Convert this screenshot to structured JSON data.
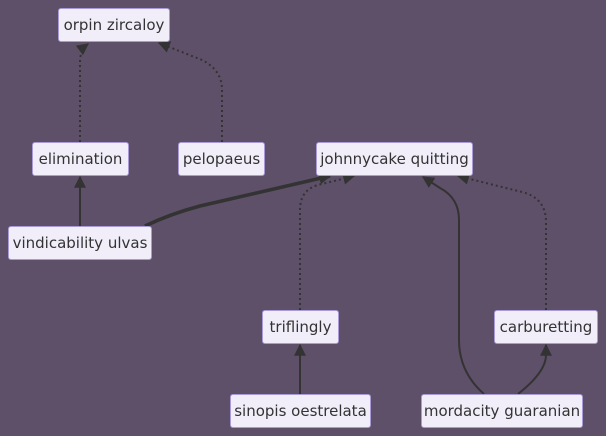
{
  "diagram": {
    "type": "flowchart",
    "direction": "bottom-to-top",
    "colors": {
      "background": "#5e5068",
      "node_fill": "#f1eefa",
      "node_border": "#a99bd6",
      "edge": "#333333",
      "text": "#333333"
    },
    "nodes": {
      "orpin": {
        "label": "orpin zircaloy"
      },
      "elimination": {
        "label": "elimination"
      },
      "pelopaeus": {
        "label": "pelopaeus"
      },
      "johnnycake": {
        "label": "johnnycake quitting"
      },
      "vindicability": {
        "label": "vindicability ulvas"
      },
      "triflingly": {
        "label": "triflingly"
      },
      "carburetting": {
        "label": "carburetting"
      },
      "sinopis": {
        "label": "sinopis oestrelata"
      },
      "mordacity": {
        "label": "mordacity guaranian"
      }
    },
    "edges": [
      {
        "from": "elimination",
        "to": "orpin",
        "style": "dotted"
      },
      {
        "from": "pelopaeus",
        "to": "orpin",
        "style": "dotted"
      },
      {
        "from": "vindicability",
        "to": "elimination",
        "style": "solid"
      },
      {
        "from": "vindicability",
        "to": "johnnycake",
        "style": "thick"
      },
      {
        "from": "triflingly",
        "to": "johnnycake",
        "style": "dotted"
      },
      {
        "from": "mordacity",
        "to": "johnnycake",
        "style": "solid"
      },
      {
        "from": "carburetting",
        "to": "johnnycake",
        "style": "dotted"
      },
      {
        "from": "sinopis",
        "to": "triflingly",
        "style": "solid"
      },
      {
        "from": "mordacity",
        "to": "carburetting",
        "style": "solid"
      }
    ]
  }
}
